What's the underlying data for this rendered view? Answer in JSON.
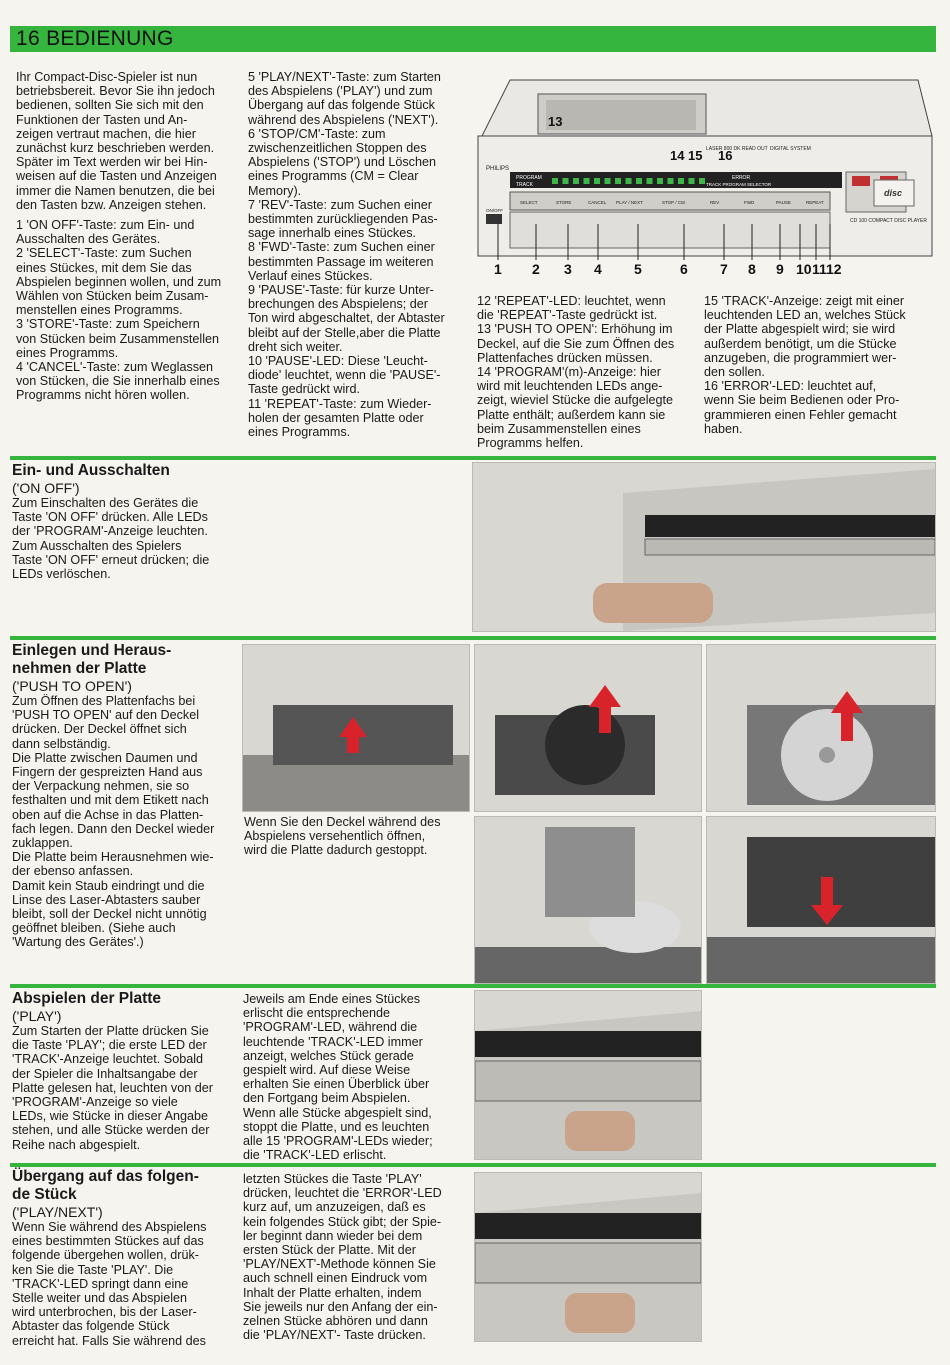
{
  "header": {
    "page_number": "16",
    "title": "BEDIENUNG"
  },
  "intro": {
    "paragraph": "Ihr Compact-Disc-Spieler ist nun\nbetriebsbereit. Bevor Sie ihn jedoch\nbedienen, sollten Sie sich mit den\nFunktionen der Tasten und An-\nzeigen vertraut machen, die hier\nzunächst kurz beschrieben werden.\nSpäter im Text werden wir bei Hin-\nweisen auf die Tasten und Anzeigen\nimmer die Namen benutzen, die bei\nden Tasten bzw. Anzeigen stehen.",
    "items_col1": "1 'ON OFF'-Taste: zum Ein- und\nAusschalten des Gerätes.\n2 'SELECT'-Taste: zum Suchen\neines Stückes, mit dem Sie das\nAbspielen beginnen wollen, und zum\nWählen von Stücken beim Zusam-\nmenstellen eines Programms.\n3 'STORE'-Taste: zum Speichern\nvon Stücken beim Zusammenstellen\neines Programms.\n4 'CANCEL'-Taste: zum Weglassen\nvon Stücken, die Sie innerhalb eines\nProgramms nicht hören wollen.",
    "items_col2": "5 'PLAY/NEXT'-Taste: zum Starten\ndes Abspielens ('PLAY') und zum\nÜbergang auf das folgende Stück\nwährend des Abspielens ('NEXT').\n6 'STOP/CM'-Taste: zum\nzwischenzeitlichen Stoppen des\nAbspielens ('STOP') und Löschen\neines Programms (CM = Clear\nMemory).\n7 'REV'-Taste: zum Suchen einer\nbestimmten zurückliegenden Pas-\nsage innerhalb eines Stückes.\n8 'FWD'-Taste: zum Suchen einer\nbestimmten Passage im weiteren\nVerlauf eines Stückes.\n9 'PAUSE'-Taste: für kurze Unter-\nbrechungen des Abspielens; der\nTon wird abgeschaltet, der Abtaster\nbleibt auf der Stelle,aber die Platte\ndreht sich weiter.\n10 'PAUSE'-LED: Diese 'Leucht-\ndiode' leuchtet, wenn die 'PAUSE'-\nTaste gedrückt wird.\n11 'REPEAT'-Taste: zum Wieder-\nholen der gesamten Platte oder\neines Programms.",
    "items_col3": "12 'REPEAT'-LED: leuchtet, wenn\ndie 'REPEAT'-Taste gedrückt ist.\n13 'PUSH TO OPEN': Erhöhung im\nDeckel, auf die Sie zum Öffnen des\nPlattenfaches drücken müssen.\n14 'PROGRAM'(m)-Anzeige: hier\nwird mit leuchtenden LEDs ange-\nzeigt, wieviel Stücke die aufgelegte\nPlatte enthält; außerdem kann sie\nbeim Zusammenstellen eines\nProgramms helfen.",
    "items_col4": "15 'TRACK'-Anzeige: zeigt mit einer\nleuchtenden LED an, welches Stück\nder Platte abgespielt wird; sie wird\naußerdem benötigt, um die Stücke\nanzugeben, die programmiert wer-\nden sollen.\n16 'ERROR'-LED: leuchtet auf,\nwenn Sie beim Bedienen oder Pro-\ngrammieren einen Fehler gemacht\nhaben."
  },
  "device_diagram": {
    "brand": "PHILIPS",
    "model": "CD 100 COMPACT DISC PLAYER",
    "label_laser": "LASER 800 DK READ OUT",
    "label_digital": "DIGITAL SYSTEM",
    "label_program": "PROGRAM",
    "label_track": "TRACK",
    "label_error": "ERROR",
    "label_selector": "TRACK PROGRAM SELECTOR",
    "label_onoff": "ON/OFF",
    "label_cd": "disc",
    "button_labels": [
      "SELECT",
      "STORE",
      "CANCEL",
      "PLAY / NEXT",
      "STOP / CM",
      "REV",
      "FWD",
      "PAUSE",
      "REPEAT"
    ],
    "top_callouts": [
      "13",
      "14",
      "15",
      "16"
    ],
    "bottom_callouts": [
      "1",
      "2",
      "3",
      "4",
      "5",
      "6",
      "7",
      "8",
      "9",
      "10",
      "11",
      "12"
    ]
  },
  "sections": {
    "on_off": {
      "title": "Ein- und Ausschalten",
      "subtitle": "('ON OFF')",
      "body": "Zum Einschalten des Gerätes die\nTaste 'ON OFF' drücken. Alle LEDs\nder 'PROGRAM'-Anzeige leuchten.\nZum Ausschalten des Spielers\nTaste 'ON OFF' erneut drücken; die\nLEDs verlöschen."
    },
    "disc": {
      "title": "Einlegen und Heraus-\nnehmen der Platte",
      "subtitle": "('PUSH TO OPEN')",
      "body": "Zum Öffnen des Plattenfachs bei\n'PUSH TO OPEN' auf den Deckel\ndrücken. Der Deckel öffnet sich\ndann selbständig.\nDie Platte zwischen Daumen und\nFingern der gespreizten Hand aus\nder Verpackung nehmen, sie so\nfesthalten und mit dem Etikett nach\noben auf die Achse in das Platten-\nfach legen. Dann den Deckel wieder\nzuklappen.\nDie Platte beim Herausnehmen wie-\nder ebenso anfassen.\nDamit kein Staub eindringt und die\nLinse des Laser-Abtasters sauber\nbleibt, soll der Deckel nicht unnötig\ngeöffnet bleiben. (Siehe auch\n'Wartung des Gerätes'.)",
      "caption": "Wenn Sie den Deckel während des\nAbspielens versehentlich öffnen,\nwird die Platte dadurch gestoppt."
    },
    "play": {
      "title": "Abspielen der Platte",
      "subtitle": "('PLAY')",
      "body": "Zum Starten der Platte drücken Sie\ndie Taste 'PLAY'; die erste LED der\n'TRACK'-Anzeige leuchtet. Sobald\nder Spieler die Inhaltsangabe der\nPlatte gelesen hat, leuchten von der\n'PROGRAM'-Anzeige so viele\nLEDs, wie Stücke in dieser Angabe\nstehen, und alle Stücke werden der\nReihe nach abgespielt.",
      "body2": "Jeweils am Ende eines Stückes\nerlischt die entsprechende\n'PROGRAM'-LED, während die\nleuchtende 'TRACK'-LED immer\nanzeigt, welches Stück gerade\ngespielt wird. Auf diese Weise\nerhalten Sie einen Überblick über\nden Fortgang beim Abspielen.\nWenn alle Stücke abgespielt sind,\nstoppt die Platte, und es leuchten\nalle 15 'PROGRAM'-LEDs wieder;\ndie 'TRACK'-LED erlischt."
    },
    "next": {
      "title": "Übergang auf das folgen-\nde Stück",
      "subtitle": "('PLAY/NEXT')",
      "body": "Wenn Sie während des Abspielens\neines bestimmten Stückes auf das\nfolgende übergehen wollen, drük-\nken Sie die Taste 'PLAY'. Die\n'TRACK'-LED springt dann eine\nStelle weiter und das Abspielen\nwird unterbrochen, bis der Laser-\nAbtaster das folgende Stück\nerreicht hat. Falls Sie während des",
      "body2": "letzten Stückes die Taste 'PLAY'\ndrücken, leuchtet die 'ERROR'-LED\nkurz auf, um anzuzeigen, daß es\nkein folgendes Stück gibt; der Spie-\nler beginnt dann wieder bei dem\nersten Stück der Platte. Mit der\n'PLAY/NEXT'-Methode können Sie\nauch schnell einen Eindruck vom\nInhalt der Platte erhalten, indem\nSie jeweils nur den Anfang der ein-\nzelnen Stücke abhören und dann\ndie 'PLAY/NEXT'- Taste drücken."
    }
  },
  "colors": {
    "accent_green": "#35b53e",
    "arrow_red": "#d8232a"
  }
}
